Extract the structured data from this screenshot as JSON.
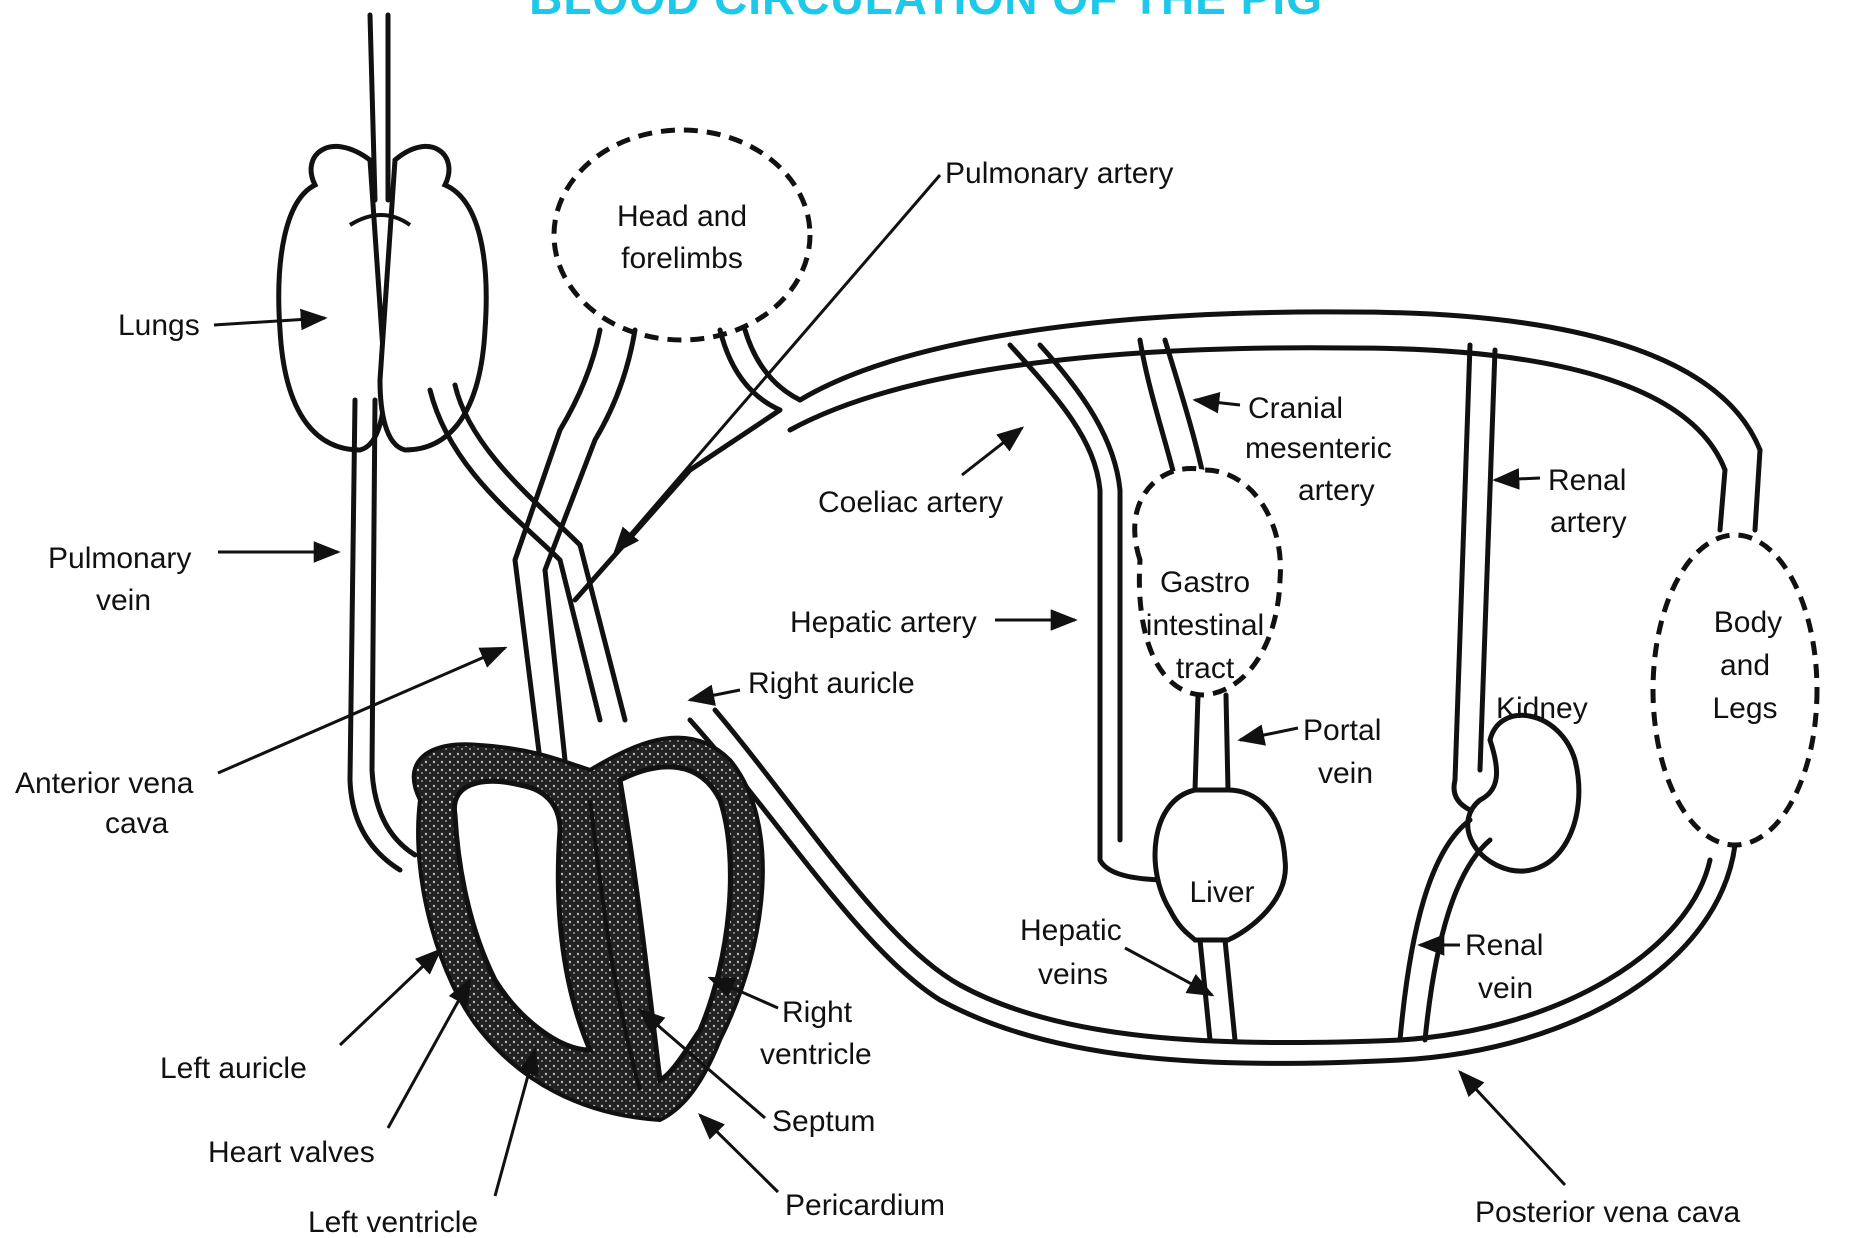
{
  "title": "BLOOD CIRCULATION OF THE PIG",
  "colors": {
    "title": "#1ec8e8",
    "ink": "#111111",
    "background": "#ffffff"
  },
  "labels": {
    "lungs": "Lungs",
    "pulmonary_vein_1": "Pulmonary",
    "pulmonary_vein_2": "vein",
    "anterior_vena_cava_1": "Anterior vena",
    "anterior_vena_cava_2": "cava",
    "left_auricle": "Left auricle",
    "heart_valves": "Heart valves",
    "left_ventricle": "Left ventricle",
    "head_forelimbs_1": "Head and",
    "head_forelimbs_2": "forelimbs",
    "pulmonary_artery": "Pulmonary artery",
    "coeliac_artery": "Coeliac artery",
    "hepatic_artery": "Hepatic artery",
    "right_auricle": "Right auricle",
    "right_ventricle_1": "Right",
    "right_ventricle_2": "ventricle",
    "septum": "Septum",
    "pericardium": "Pericardium",
    "cranial_mesenteric_1": "Cranial",
    "cranial_mesenteric_2": "mesenteric",
    "cranial_mesenteric_3": "artery",
    "gastro_1": "Gastro",
    "gastro_2": "intestinal",
    "gastro_3": "tract",
    "portal_vein_1": "Portal",
    "portal_vein_2": "vein",
    "liver": "Liver",
    "hepatic_veins_1": "Hepatic",
    "hepatic_veins_2": "veins",
    "renal_artery_1": "Renal",
    "renal_artery_2": "artery",
    "kidney": "Kidney",
    "renal_vein_1": "Renal",
    "renal_vein_2": "vein",
    "body_legs_1": "Body",
    "body_legs_2": "and",
    "body_legs_3": "Legs",
    "posterior_vena_cava": "Posterior vena cava"
  }
}
